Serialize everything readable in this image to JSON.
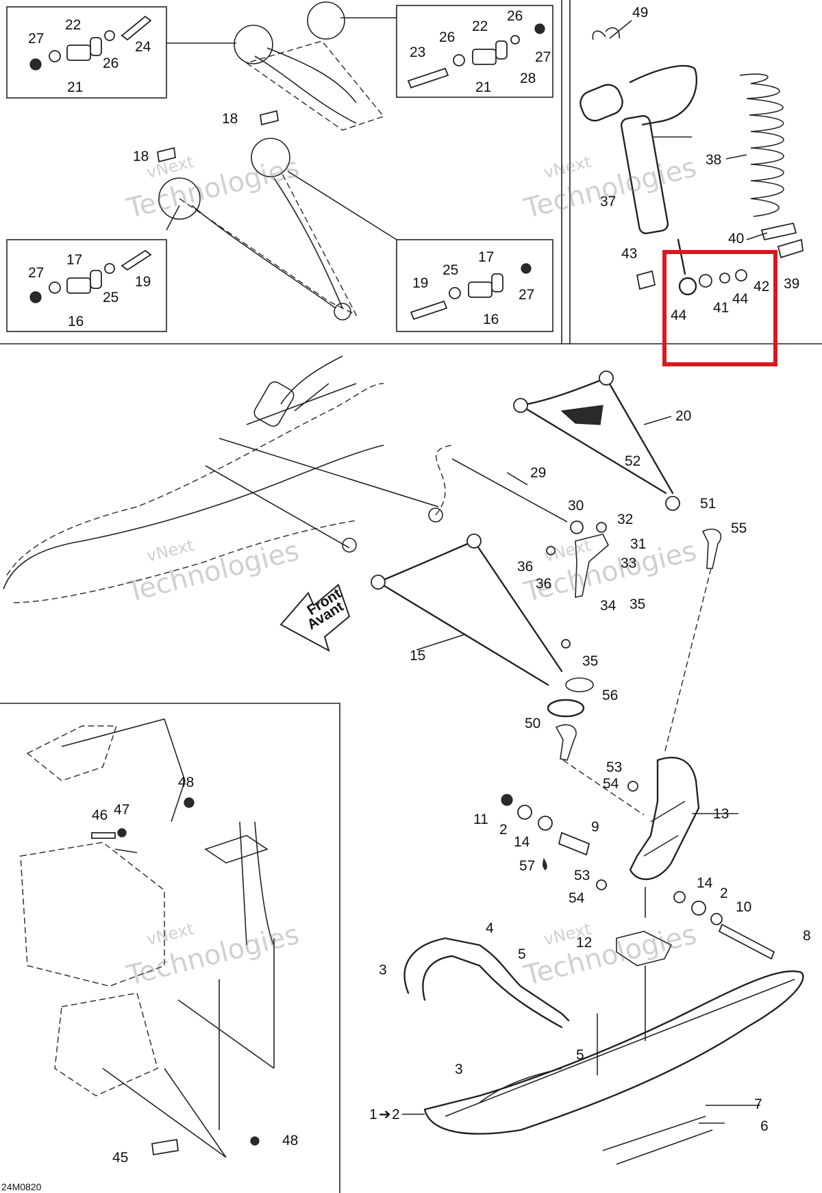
{
  "diagram_code": "24M0820",
  "watermark": {
    "line1": "vNext",
    "line2": "Technologies"
  },
  "front_arrow": {
    "line1": "Front",
    "line2": "Avant"
  },
  "highlight_color": "#d7191f",
  "callouts": {
    "c1": "27",
    "c2": "22",
    "c3": "24",
    "c4": "26",
    "c5": "21",
    "c6": "26",
    "c7": "22",
    "c8": "26",
    "c9": "23",
    "c10": "27",
    "c11": "21",
    "c12": "28",
    "c13": "18",
    "c14": "18",
    "c15": "27",
    "c16": "17",
    "c17": "19",
    "c18": "25",
    "c19": "16",
    "c20": "19",
    "c21": "25",
    "c22": "17",
    "c23": "27",
    "c24": "16",
    "c25": "49",
    "c26": "38",
    "c27": "37",
    "c28": "40",
    "c29": "43",
    "c30": "39",
    "c31": "42",
    "c32": "44",
    "c33": "41",
    "c34": "44",
    "c35": "20",
    "c36": "52",
    "c37": "29",
    "c38": "30",
    "c39": "32",
    "c40": "51",
    "c41": "55",
    "c42": "31",
    "c43": "36",
    "c44": "33",
    "c45": "36",
    "c46": "34",
    "c47": "35",
    "c48": "15",
    "c49": "35",
    "c50": "56",
    "c51": "50",
    "c52": "53",
    "c53": "54",
    "c54": "13",
    "c55": "11",
    "c56": "2",
    "c57": "14",
    "c58": "9",
    "c59": "57",
    "c60": "53",
    "c61": "54",
    "c62": "14",
    "c63": "2",
    "c64": "10",
    "c65": "8",
    "c66": "12",
    "c67": "4",
    "c68": "5",
    "c69": "3",
    "c70": "3",
    "c71": "5",
    "c72": "7",
    "c73": "6",
    "c74": "1",
    "c75": "2",
    "c76": "48",
    "c77": "46",
    "c78": "47",
    "c79": "45",
    "c80": "48"
  }
}
